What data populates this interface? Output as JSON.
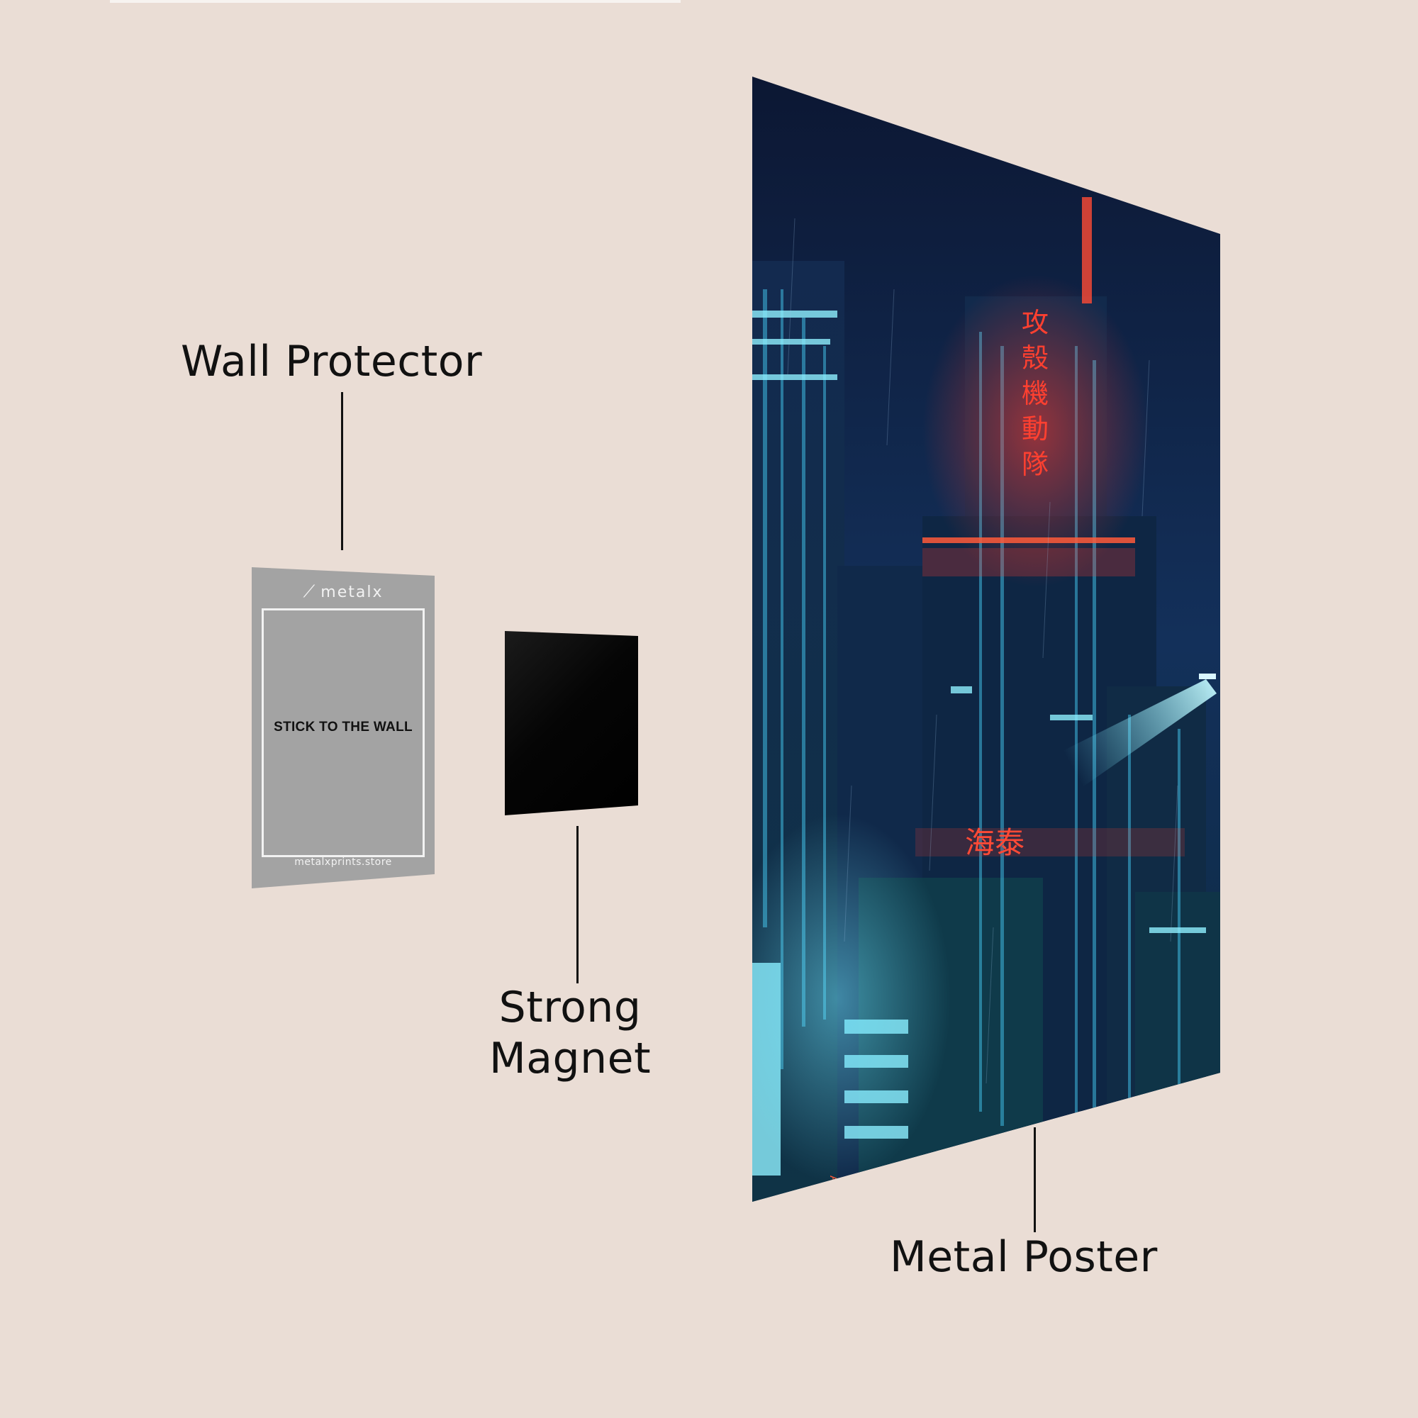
{
  "labels": {
    "wall_protector": "Wall Protector",
    "strong_magnet_line1": "Strong",
    "strong_magnet_line2": "Magnet",
    "metal_poster": "Metal Poster"
  },
  "wall_protector_card": {
    "brand": "metalx",
    "instruction": "STICK TO THE WALL",
    "website": "metalxprints.store"
  },
  "poster_art": {
    "neon_vertical_sign": [
      "攻",
      "殼",
      "機",
      "動",
      "隊"
    ],
    "neon_banner_sign": "海泰",
    "street_sign": "ARC"
  },
  "colors": {
    "background": "#eaddd5",
    "protector": "#a3a3a3",
    "magnet": "#000000",
    "poster_sky": "#0f1d3a",
    "neon_red": "#ff3b2f",
    "neon_cyan": "#6fe6ff"
  }
}
